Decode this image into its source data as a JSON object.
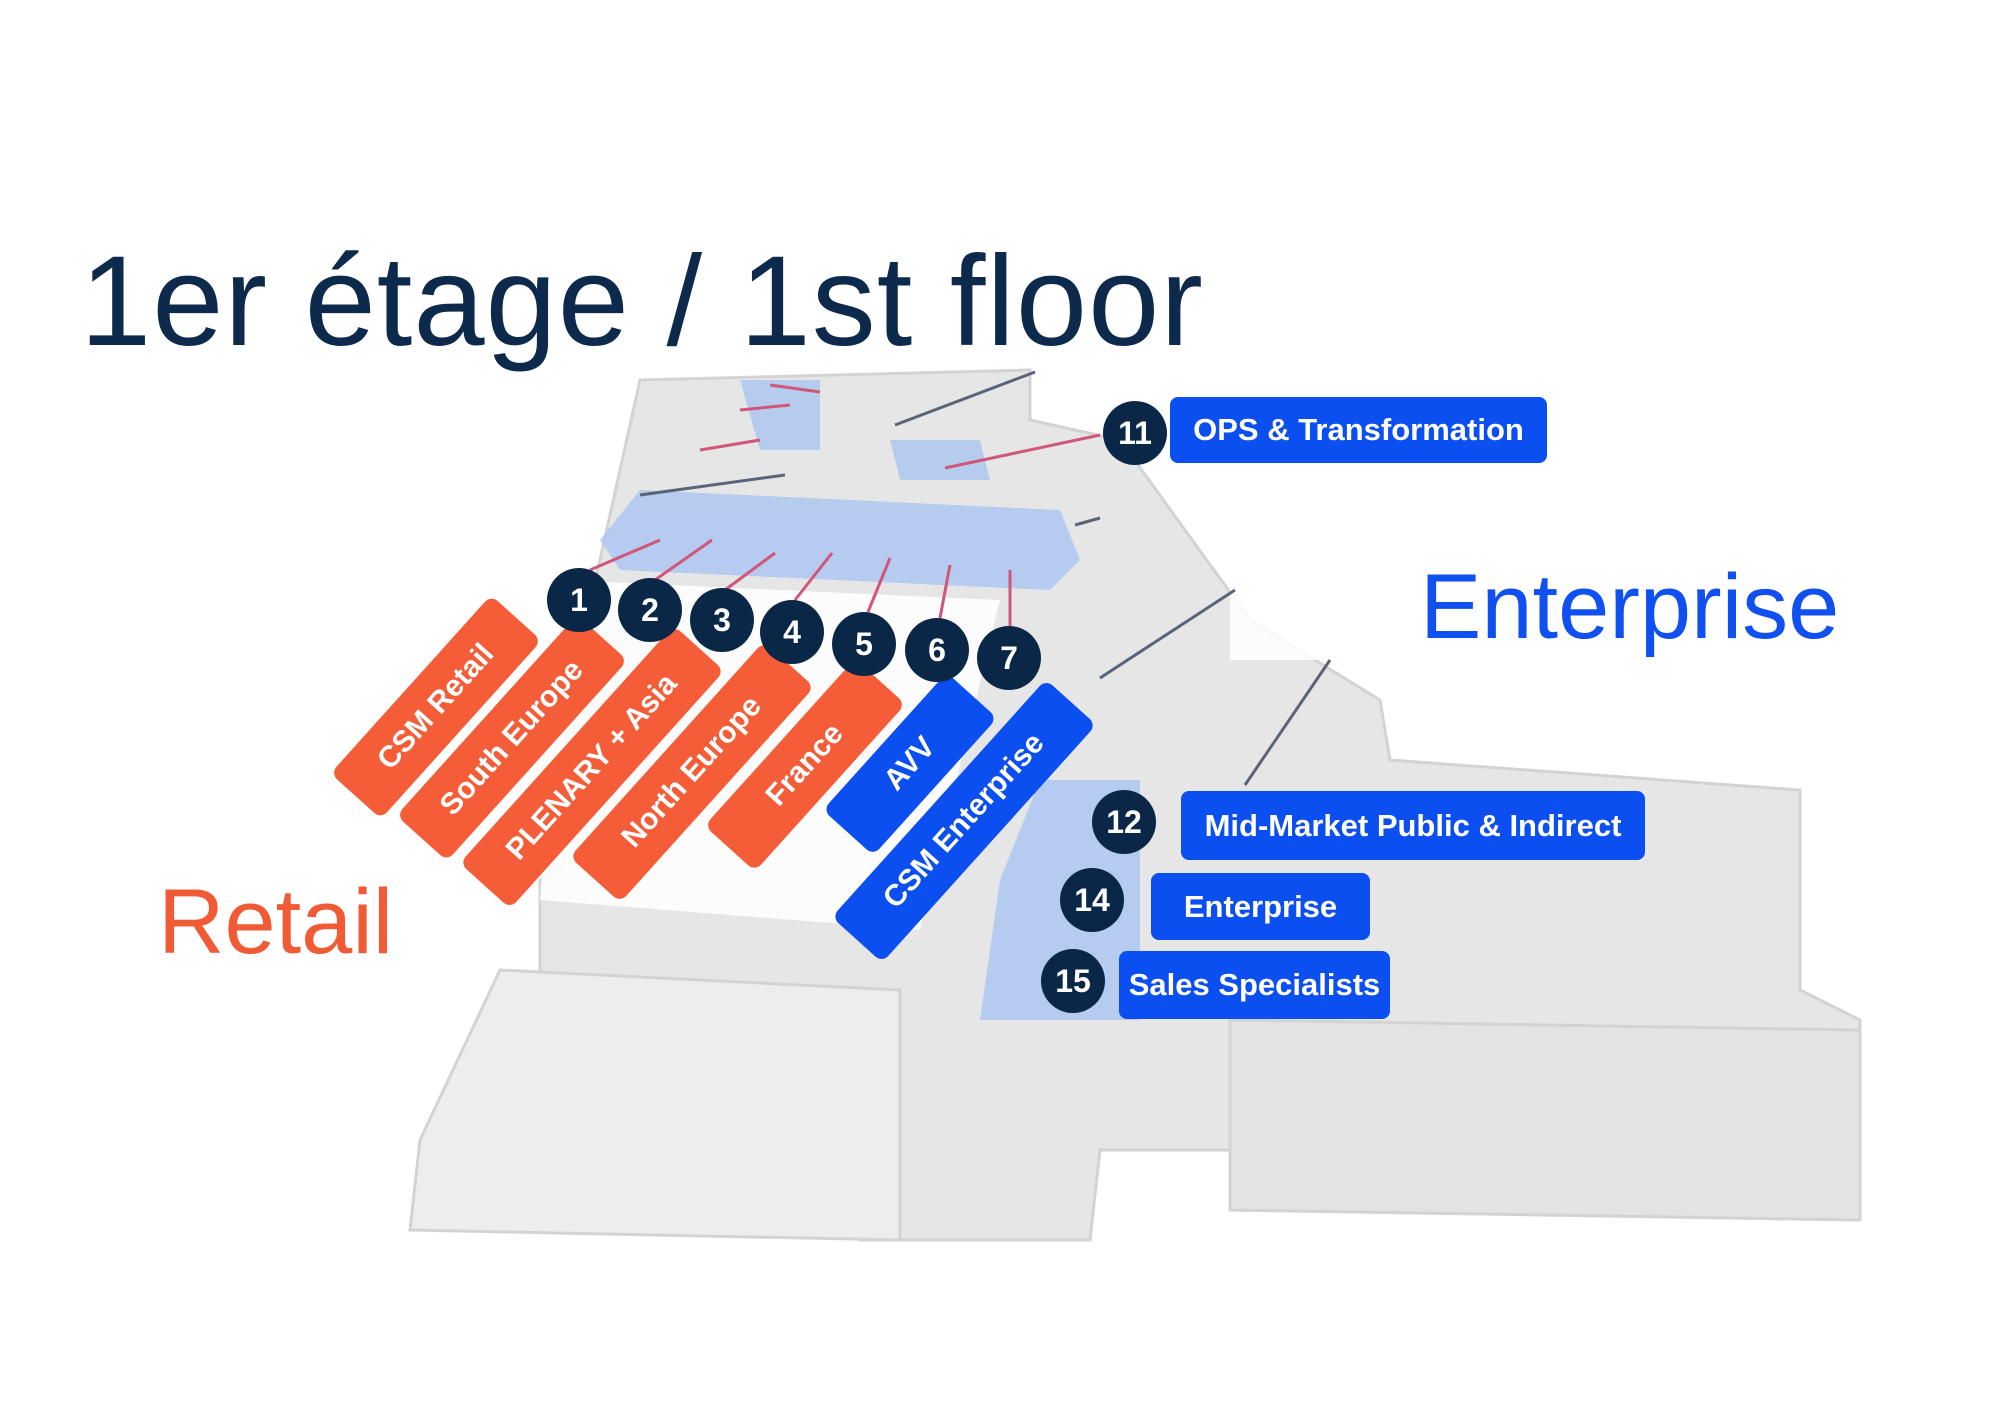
{
  "title": "1er étage / 1st floor",
  "regions": {
    "enterprise": "Enterprise",
    "retail": "Retail"
  },
  "colors": {
    "retail": "#f45d37",
    "enterprise": "#0b4ff0",
    "marker": "#0b2748",
    "title": "#0d2a4c"
  },
  "zones": [
    {
      "number": "1",
      "label": "CSM Retail",
      "group": "retail"
    },
    {
      "number": "2",
      "label": "South Europe",
      "group": "retail"
    },
    {
      "number": "3",
      "label": "PLENARY + Asia",
      "group": "retail"
    },
    {
      "number": "4",
      "label": "North Europe",
      "group": "retail"
    },
    {
      "number": "5",
      "label": "France",
      "group": "retail"
    },
    {
      "number": "6",
      "label": "AVV",
      "group": "enterprise"
    },
    {
      "number": "7",
      "label": "CSM Enterprise",
      "group": "enterprise"
    }
  ],
  "rooms": [
    {
      "number": "11",
      "label": "OPS & Transformation"
    },
    {
      "number": "12",
      "label": "Mid-Market Public & Indirect"
    },
    {
      "number": "14",
      "label": "Enterprise"
    },
    {
      "number": "15",
      "label": "Sales Specialists"
    }
  ]
}
